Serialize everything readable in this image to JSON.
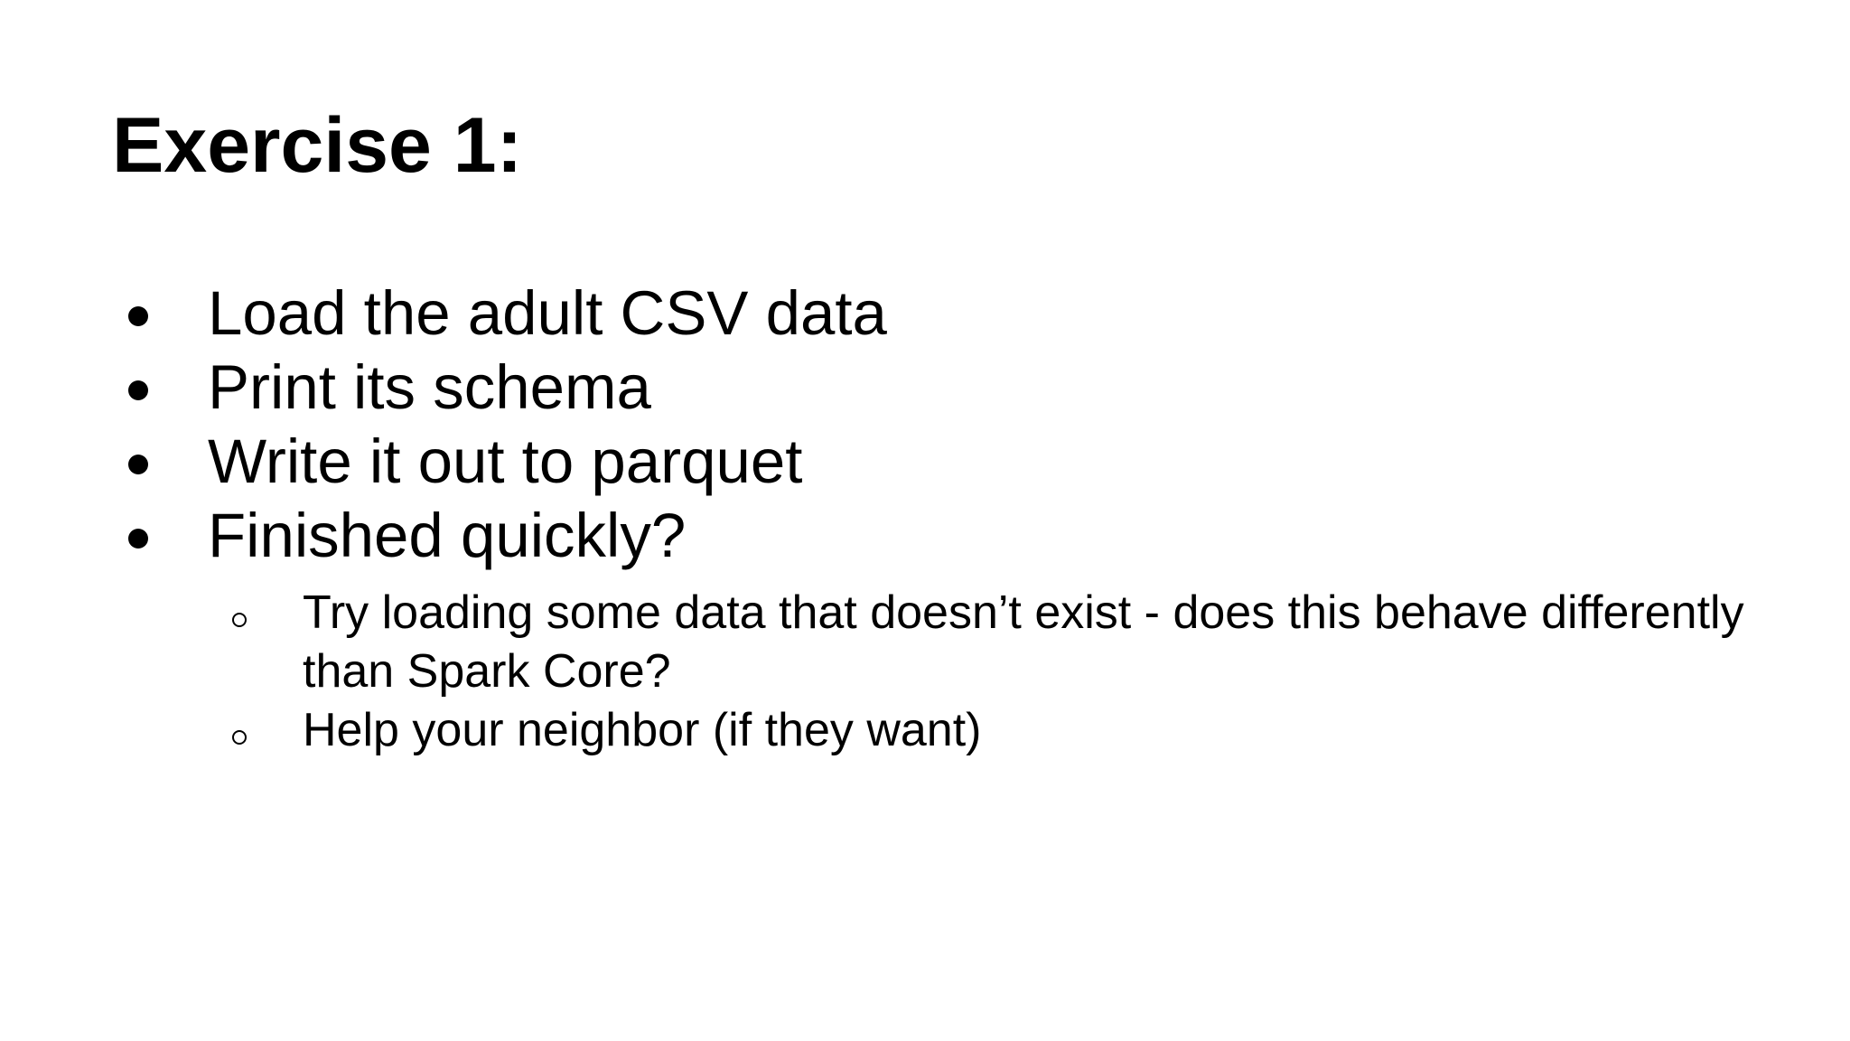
{
  "slide": {
    "title": "Exercise 1:",
    "colors": {
      "background": "#ffffff",
      "text": "#000000"
    },
    "bullets": [
      {
        "label": "Load the adult CSV data"
      },
      {
        "label": "Print its schema"
      },
      {
        "label": "Write it out to parquet"
      },
      {
        "label": "Finished quickly?",
        "children": [
          "Try loading some data that doesn’t exist - does this behave differently than Spark Core?",
          "Help your neighbor (if they want)"
        ]
      }
    ]
  }
}
